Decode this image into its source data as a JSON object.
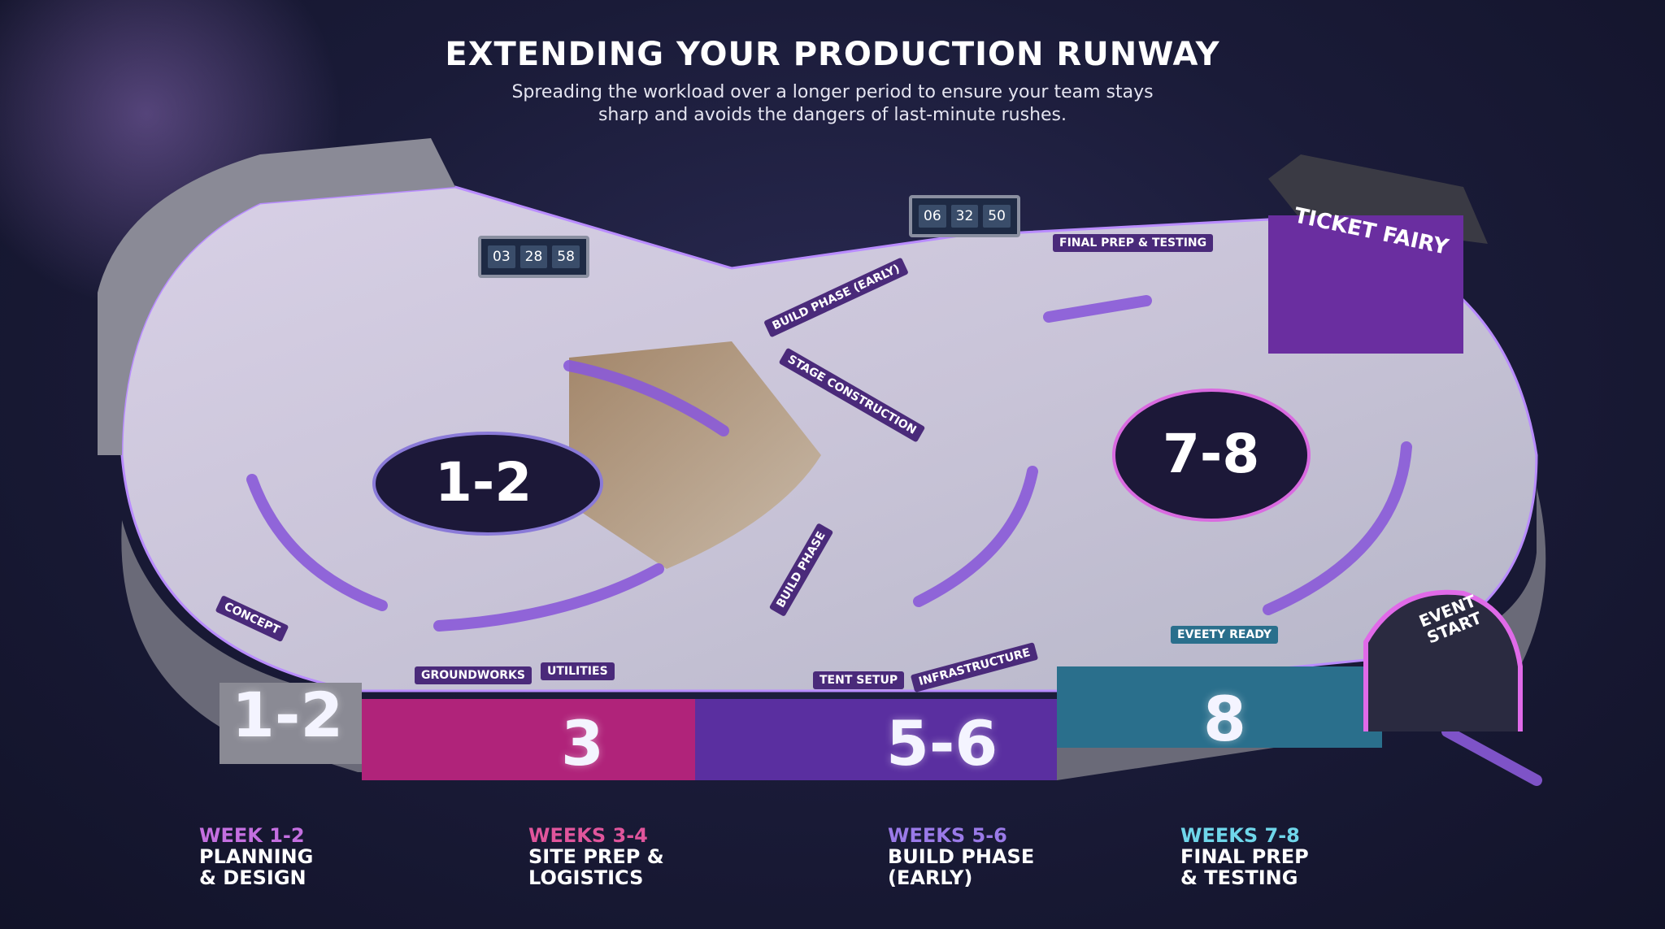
{
  "header": {
    "title": "EXTENDING YOUR PRODUCTION RUNWAY",
    "subtitle_line1": "Spreading the workload over a longer period to ensure your team stays",
    "subtitle_line2": "sharp and avoids the dangers of last-minute rushes."
  },
  "bands": [
    {
      "label": "1-2",
      "color": "#8a8a94"
    },
    {
      "label": "3",
      "color": "#b0237a"
    },
    {
      "label": "5-6",
      "color": "#5a2fa0"
    },
    {
      "label": "8",
      "color": "#2a6f8c"
    }
  ],
  "holes": [
    {
      "label": "1-2"
    },
    {
      "label": "7-8"
    }
  ],
  "signs": {
    "concept": "CONCEPT",
    "groundworks": "GROUNDWORKS",
    "utilities": "UTILITIES",
    "build_phase": "BUILD PHASE",
    "tent_setup": "TENT SETUP",
    "infrastructure": "INFRASTRUCTURE",
    "stage_construction": "STAGE CONSTRUCTION",
    "build_phase_early": "BUILD PHASE (EARLY)",
    "final_prep": "FINAL PREP & TESTING",
    "event_ready": "EVEETY READY",
    "event_start_1": "EVENT",
    "event_start_2": "START",
    "brand": "TICKET FAIRY"
  },
  "timers": [
    {
      "h": "03",
      "m": "28",
      "s": "58"
    },
    {
      "h": "06",
      "m": "32",
      "s": "50"
    }
  ],
  "phases": [
    {
      "week": "WEEK 1-2",
      "name1": "PLANNING",
      "name2": "& DESIGN",
      "color": "#c46fe0"
    },
    {
      "week": "WEEKS 3-4",
      "name1": "SITE PREP &",
      "name2": "LOGISTICS",
      "color": "#e0559c"
    },
    {
      "week": "WEEKS 5-6",
      "name1": "BUILD PHASE",
      "name2": "(EARLY)",
      "color": "#9a7ae8"
    },
    {
      "week": "WEEKS 7-8",
      "name1": "FINAL PREP",
      "name2": "& TESTING",
      "color": "#6fd6ea"
    }
  ]
}
